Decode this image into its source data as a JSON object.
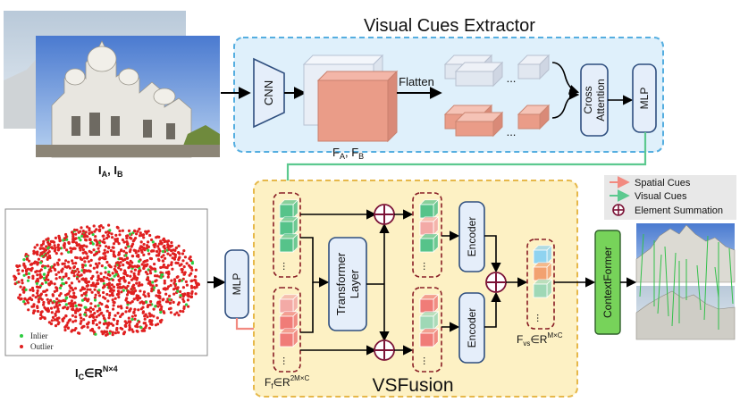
{
  "visual_cues_extractor": {
    "title": "Visual Cues Extractor",
    "cnn_label": "CNN",
    "feature_label": "F",
    "feature_subscripts": [
      "A",
      "B"
    ],
    "flatten_label": "Flatten",
    "ellipsis": "...",
    "cross_attention_lines": [
      "Cross",
      "Attention"
    ],
    "mlp_label": "MLP"
  },
  "input_images": {
    "label": "I",
    "subscripts": [
      "A",
      "B"
    ]
  },
  "correspondences": {
    "label": "I",
    "subscript": "C",
    "set": "∈R",
    "superscript": "N×4",
    "legend": [
      "Inlier",
      "Outlier"
    ],
    "inlier_color": "#2ecc40",
    "outlier_color": "#e02020"
  },
  "mlp_left": "MLP",
  "vsfusion": {
    "title": "VSFusion",
    "transformer_lines": [
      "Transformer",
      "Layer"
    ],
    "encoder_label": "Encoder",
    "ff_label": "F",
    "ff_subscript": "f",
    "ff_set": "∈R",
    "ff_superscript": "2M×C",
    "fvs_label": "F",
    "fvs_subscript": "vs",
    "fvs_set": "∈R",
    "fvs_superscript": "M×C"
  },
  "legend": {
    "items": [
      {
        "label": "Spatial Cues",
        "color": "#f28a80"
      },
      {
        "label": "Visual Cues",
        "color": "#5cc98f"
      },
      {
        "label": "Element Summation",
        "color": "#7b1236"
      }
    ]
  },
  "contextformer": "ContextFormer",
  "colors": {
    "extractor_bg": "#dff0fb",
    "extractor_border": "#55aee0",
    "vsfusion_bg": "#fdf1c4",
    "vsfusion_border": "#e6b84a",
    "node_fill": "#e5eefa",
    "node_stroke": "#2f4f7f",
    "green_cube": "#56c38a",
    "red_cube": "#f07c78",
    "pink_cube": "#f3aaa6",
    "contextformer_fill": "#77d35a"
  }
}
